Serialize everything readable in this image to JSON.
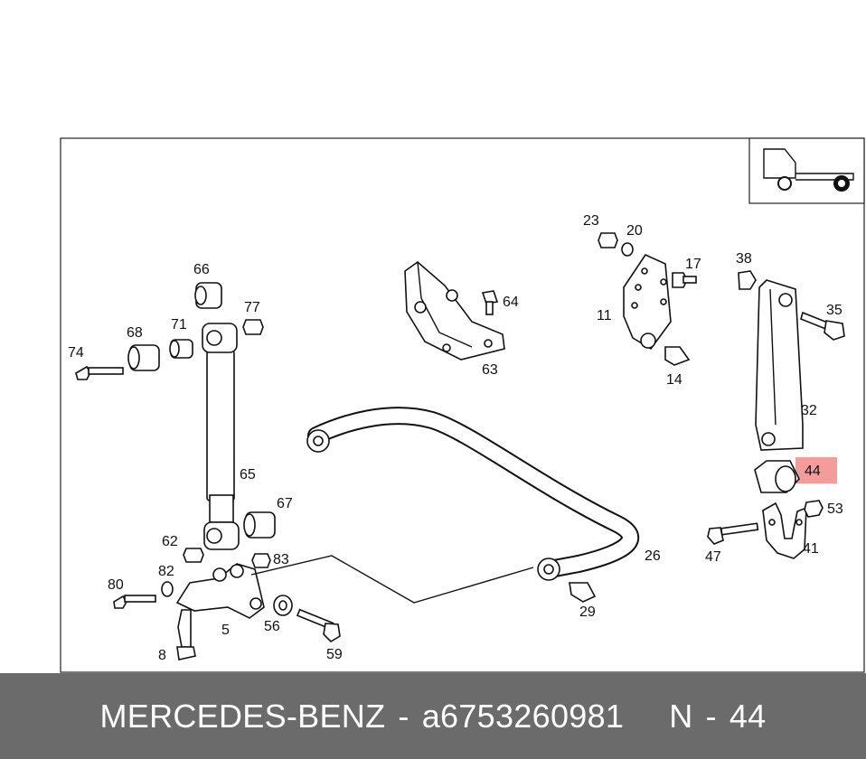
{
  "callouts": [
    "74",
    "68",
    "71",
    "66",
    "77",
    "65",
    "67",
    "62",
    "83",
    "80",
    "82",
    "5",
    "56",
    "59",
    "8",
    "63",
    "64",
    "23",
    "20",
    "17",
    "11",
    "14",
    "38",
    "35",
    "32",
    "44",
    "53",
    "47",
    "41",
    "26",
    "29"
  ],
  "highlight": {
    "label": "44",
    "color": "#f28b8b"
  },
  "footer": {
    "brand": "MERCEDES-BENZ",
    "separator": "-",
    "part_number": "a6753260981",
    "position_prefix": "N",
    "position_sep": "-",
    "position": "44"
  }
}
